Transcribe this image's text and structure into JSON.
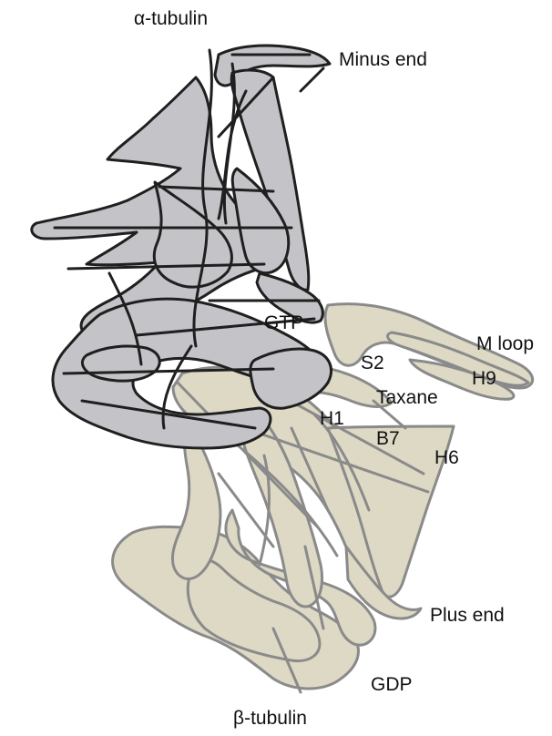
{
  "labels": {
    "alpha_tubulin": "α-tubulin",
    "minus_end": "Minus end",
    "gtp": "GTP",
    "m_loop": "M loop",
    "s2": "S2",
    "h9": "H9",
    "taxane": "Taxane",
    "h1": "H1",
    "b7": "B7",
    "h6": "H6",
    "plus_end": "Plus end",
    "gdp": "GDP",
    "beta_tubulin": "β-tubulin"
  },
  "colors": {
    "alpha_fill": "#c4c4c8",
    "alpha_stroke": "#1f1f1f",
    "beta_fill": "#ddd9c5",
    "beta_stroke": "#8a8a8a"
  }
}
